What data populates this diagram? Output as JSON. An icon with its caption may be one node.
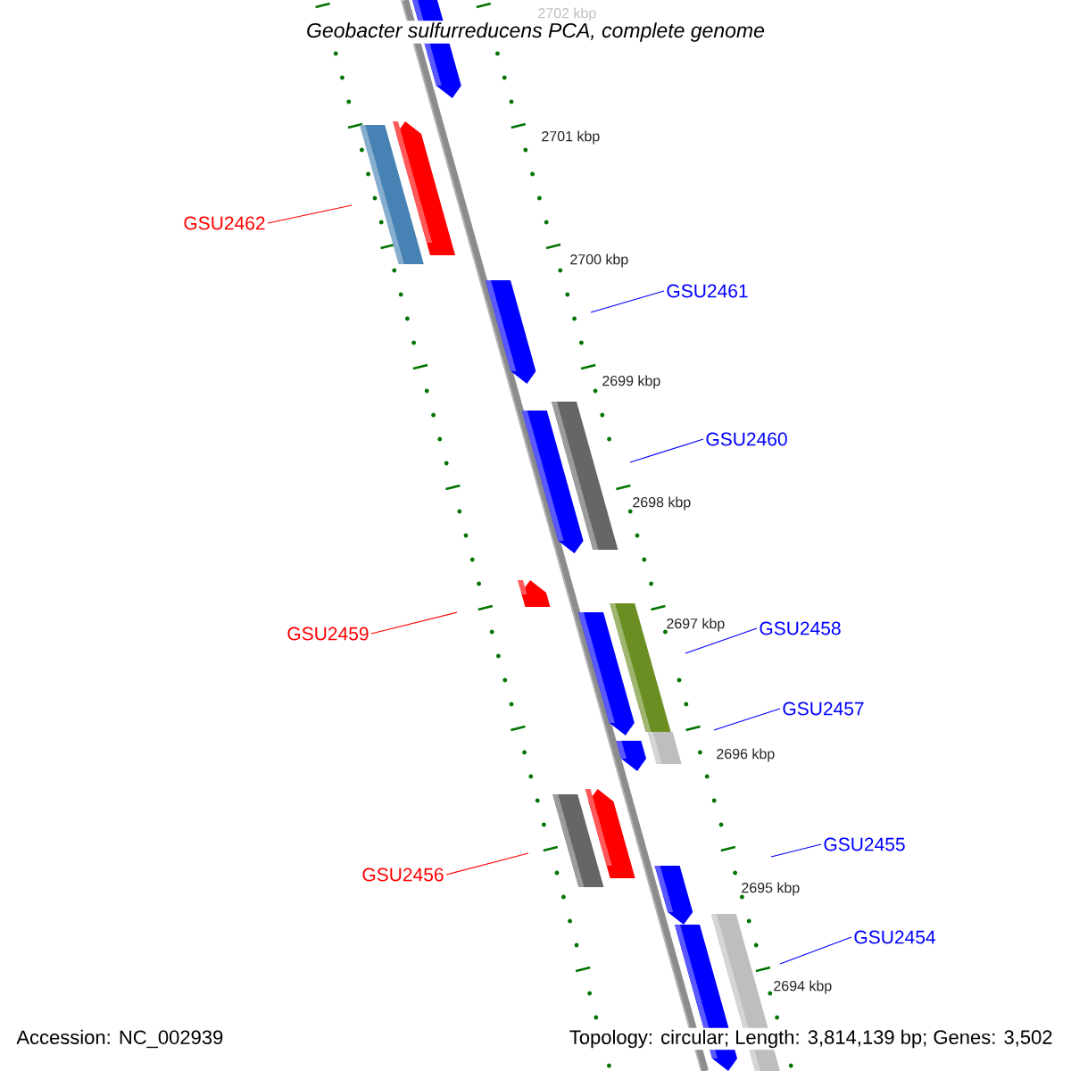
{
  "diagram": {
    "title": "Geobacter sulfurreducens PCA, complete genome",
    "nodes": [
      {
        "text": [
          "GSU2462"
        ]
      },
      {
        "text": [
          "GSU2461"
        ]
      },
      {
        "text": [
          "GSU2460"
        ]
      },
      {
        "text": [
          "GSU2459"
        ]
      },
      {
        "text": [
          "GSU2458"
        ]
      },
      {
        "text": [
          "GSU2457"
        ]
      },
      {
        "text": [
          "GSU2456"
        ]
      },
      {
        "text": [
          "GSU2455"
        ]
      },
      {
        "text": [
          "GSU2454"
        ]
      }
    ],
    "edges": [
      {
        "from": 0,
        "to": null,
        "arrow": "none",
        "color": "#ff0000"
      },
      {
        "from": 1,
        "to": null,
        "arrow": "none"
      },
      {
        "from": 2,
        "to": null,
        "arrow": "none"
      },
      {
        "from": 3,
        "to": null,
        "arrow": "none",
        "color": "#ff0000"
      },
      {
        "from": 4,
        "to": null,
        "arrow": "none"
      },
      {
        "from": 5,
        "to": null,
        "arrow": "none"
      },
      {
        "from": 6,
        "to": null,
        "arrow": "none",
        "color": "#ff0000"
      },
      {
        "from": 7,
        "to": null,
        "arrow": "none"
      },
      {
        "from": 8,
        "to": null,
        "arrow": "none"
      }
    ],
    "labels": [
      "2702 kbp",
      "2701 kbp",
      "2700 kbp",
      "2699 kbp",
      "2698 kbp",
      "2697 kbp",
      "2696 kbp",
      "2695 kbp",
      "2694 kbp",
      "Accession: NC_002939",
      "Topology: circular; Length: 3,814,139 bp; Genes: 3,502"
    ]
  }
}
